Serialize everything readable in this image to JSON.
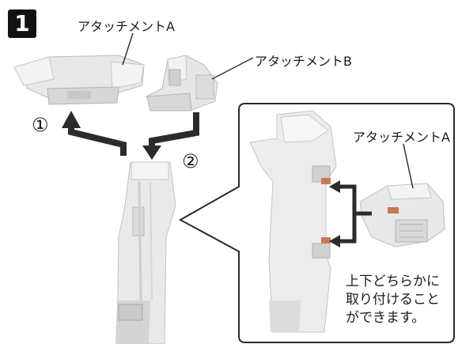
{
  "step_number": "1",
  "labels": {
    "attachment_a_top": "アタッチメントA",
    "attachment_b": "アタッチメントB",
    "attachment_a_inset": "アタッチメントA",
    "order_1": "①",
    "order_2": "②"
  },
  "note": {
    "line1": "上下どちらかに",
    "line2": "取り付けること",
    "line3": "ができます。"
  },
  "icons": [
    "step-number-badge",
    "attachment-a-part",
    "attachment-b-part",
    "tower-base-part",
    "arrow-1",
    "arrow-2",
    "zoom-callout",
    "double-arrow"
  ]
}
